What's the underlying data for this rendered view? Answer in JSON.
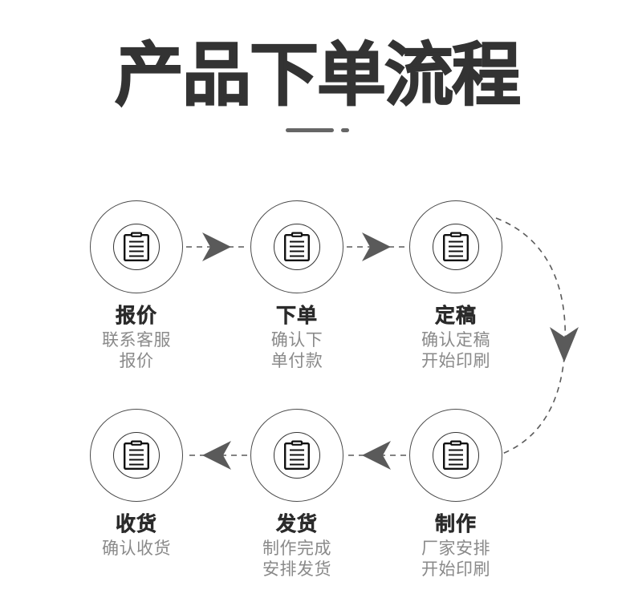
{
  "header": {
    "title": "产品下单流程",
    "divider_long": "",
    "divider_short": ""
  },
  "flow": {
    "icon_name": "document-icon",
    "colors": {
      "title": "#333333",
      "divider": "#666666",
      "circle_stroke": "#4a4a4a",
      "inner_circle_stroke": "#333333",
      "label": "#2b2b2b",
      "desc": "#8a8a8a",
      "arrow": "#5a5a5a",
      "background": "#ffffff"
    },
    "steps": [
      {
        "index": "1",
        "label": "报价",
        "desc_lines": [
          "联系客服",
          "报价"
        ]
      },
      {
        "index": "2",
        "label": "下单",
        "desc_lines": [
          "确认下",
          "单付款"
        ]
      },
      {
        "index": "3",
        "label": "定稿",
        "desc_lines": [
          "确认定稿",
          "开始印刷"
        ]
      },
      {
        "index": "4",
        "label": "制作",
        "desc_lines": [
          "厂家安排",
          "开始印刷"
        ]
      },
      {
        "index": "5",
        "label": "发货",
        "desc_lines": [
          "制作完成",
          "安排发货"
        ]
      },
      {
        "index": "6",
        "label": "收货",
        "desc_lines": [
          "确认收货"
        ]
      }
    ],
    "connectors": [
      {
        "name": "arrow-step1-to-step2",
        "direction": "right"
      },
      {
        "name": "arrow-step2-to-step3",
        "direction": "right"
      },
      {
        "name": "arrow-step3-to-step4",
        "direction": "down-curve"
      },
      {
        "name": "arrow-step4-to-step5",
        "direction": "left"
      },
      {
        "name": "arrow-step5-to-step6",
        "direction": "left"
      }
    ]
  }
}
